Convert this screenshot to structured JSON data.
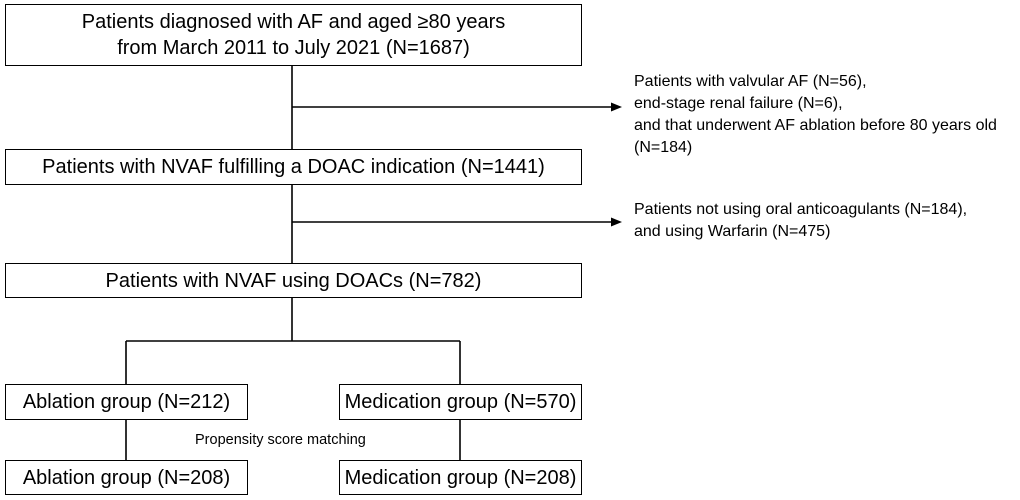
{
  "flowchart": {
    "top_box": {
      "line1": "Patients diagnosed with AF and aged ≥80 years",
      "line2": "from March 2011 to July 2021 (N=1687)"
    },
    "exclusion_1": {
      "line1": "Patients with valvular AF (N=56),",
      "line2": "end-stage renal failure (N=6),",
      "line3": "and that underwent AF ablation before 80 years old",
      "line4": "(N=184)"
    },
    "nvaf_box": "Patients with NVAF fulfilling a DOAC indication (N=1441)",
    "exclusion_2": {
      "line1": "Patients not using oral anticoagulants (N=184),",
      "line2": "and using Warfarin (N=475)"
    },
    "doac_box": "Patients with NVAF using DOACs (N=782)",
    "ablation_box": "Ablation group (N=212)",
    "medication_box": "Medication group (N=570)",
    "psm_label": "Propensity score matching",
    "ablation_matched_box": "Ablation group (N=208)",
    "medication_matched_box": "Medication group (N=208)"
  },
  "colors": {
    "line": "#000000",
    "box_border": "#000000",
    "background": "#ffffff"
  }
}
